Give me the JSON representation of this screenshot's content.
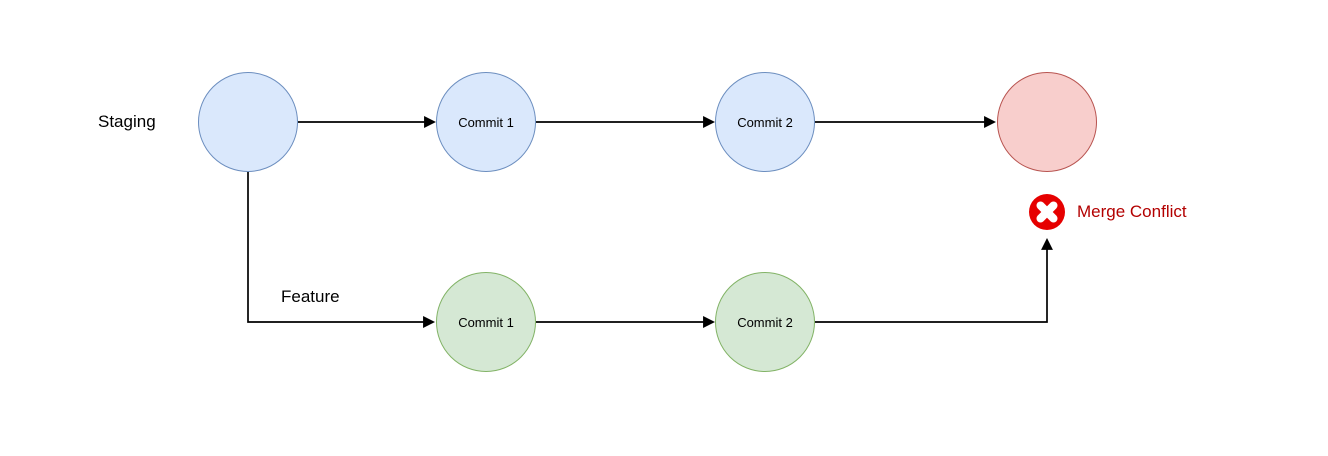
{
  "branches": {
    "staging": {
      "label": "Staging"
    },
    "feature": {
      "label": "Feature"
    }
  },
  "nodes": {
    "staging_start": {
      "label": "",
      "branch": "staging",
      "color": "blue"
    },
    "staging_commit1": {
      "label": "Commit 1",
      "branch": "staging",
      "color": "blue"
    },
    "staging_commit2": {
      "label": "Commit 2",
      "branch": "staging",
      "color": "blue"
    },
    "merge_result": {
      "label": "",
      "branch": "staging",
      "color": "red"
    },
    "feature_commit1": {
      "label": "Commit 1",
      "branch": "feature",
      "color": "green"
    },
    "feature_commit2": {
      "label": "Commit 2",
      "branch": "feature",
      "color": "green"
    }
  },
  "edges": [
    {
      "from": "staging_start",
      "to": "staging_commit1",
      "arrow": true
    },
    {
      "from": "staging_commit1",
      "to": "staging_commit2",
      "arrow": true
    },
    {
      "from": "staging_commit2",
      "to": "merge_result",
      "arrow": true
    },
    {
      "from": "staging_start",
      "to": "feature_commit1",
      "arrow": true
    },
    {
      "from": "feature_commit1",
      "to": "feature_commit2",
      "arrow": true
    },
    {
      "from": "feature_commit2",
      "to": "merge_conflict_icon",
      "arrow": true
    }
  ],
  "annotation": {
    "icon": "error-x-icon",
    "label": "Merge Conflict"
  },
  "colors": {
    "blue_fill": "#dae8fc",
    "blue_stroke": "#6c8ebf",
    "green_fill": "#d5e8d4",
    "green_stroke": "#82b366",
    "red_fill": "#f8cecc",
    "red_stroke": "#b85450",
    "error_icon_red": "#e60000",
    "conflict_text": "#b30000",
    "line_black": "#000000",
    "background": "#ffffff"
  }
}
